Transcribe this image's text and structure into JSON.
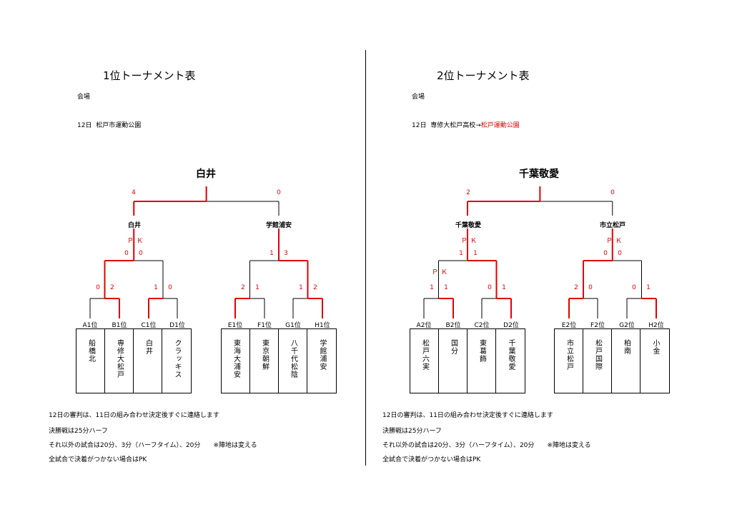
{
  "left": {
    "title": "1位トーナメント表",
    "venue_label": "会場",
    "venue_date": "12日",
    "venue_name": "松戸市運動公園",
    "champion": "白井",
    "final": {
      "score_l": "4",
      "score_r": "0"
    },
    "semi_l": {
      "winner": "白井",
      "pk": "ＰＫ",
      "score_l": "0",
      "score_r": "0"
    },
    "semi_r": {
      "winner": "学館浦安",
      "score_l": "1",
      "score_r": "3"
    },
    "qf": [
      {
        "score_l": "0",
        "score_r": "2"
      },
      {
        "score_l": "1",
        "score_r": "0"
      },
      {
        "score_l": "2",
        "score_r": "1"
      },
      {
        "score_l": "1",
        "score_r": "2"
      }
    ],
    "seeds": [
      "A1位",
      "B1位",
      "C1位",
      "D1位",
      "E1位",
      "F1位",
      "G1位",
      "H1位"
    ],
    "teams": [
      "船橋北",
      "専修大松戸",
      "白井",
      "クラッキス",
      "東海大浦安",
      "東京朝鮮",
      "八千代松陰",
      "学館浦安"
    ],
    "notes": [
      "12日の審判は、11日の組み合わせ決定後すぐに連絡します",
      "決勝戦は25分ハーフ",
      "それ以外の試合は20分、3分（ハーフタイム）、20分　　※陣地は変える",
      "全試合で決着がつかない場合はPK"
    ]
  },
  "right": {
    "title": "2位トーナメント表",
    "venue_label": "会場",
    "venue_date": "12日",
    "venue_name": "専修大松戸高校→",
    "venue_name_changed": "松戸運動公園",
    "champion": "千葉敬愛",
    "final": {
      "score_l": "2",
      "score_r": "0"
    },
    "semi_l": {
      "winner": "千葉敬愛",
      "pk": "ＰＫ",
      "score_l": "1",
      "score_r": "1"
    },
    "semi_r": {
      "winner": "市立松戸",
      "pk": "ＰＫ",
      "score_l": "0",
      "score_r": "0"
    },
    "qf_pk": "ＰＫ",
    "qf": [
      {
        "score_l": "1",
        "score_r": "1"
      },
      {
        "score_l": "0",
        "score_r": "1"
      },
      {
        "score_l": "2",
        "score_r": "0"
      },
      {
        "score_l": "0",
        "score_r": "1"
      }
    ],
    "seeds": [
      "A2位",
      "B2位",
      "C2位",
      "D2位",
      "E2位",
      "F2位",
      "G2位",
      "H2位"
    ],
    "teams": [
      "松戸六実",
      "国分",
      "東葛飾",
      "千葉敬愛",
      "市立松戸",
      "松戸国際",
      "柏南",
      "小金"
    ],
    "notes": [
      "12日の審判は、11日の組み合わせ決定後すぐに連絡します",
      "決勝戦は25分ハーフ",
      "それ以外の試合は20分、3分（ハーフタイム）、20分　　※陣地は変える",
      "全試合で決着がつかない場合はPK"
    ]
  }
}
